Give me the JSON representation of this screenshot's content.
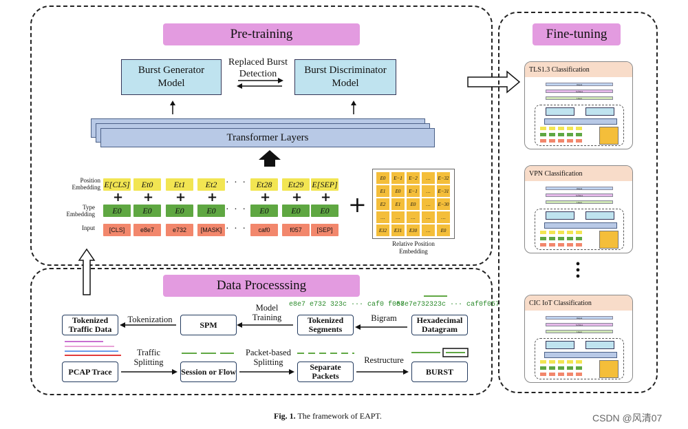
{
  "pretraining": {
    "title": "Pre-training",
    "generator": "Burst Generator Model",
    "discriminator": "Burst Discriminator Model",
    "link_label": "Replaced Burst Detection",
    "transformer": "Transformer Layers",
    "row_labels": {
      "position": "Position Embedding",
      "type": "Type Embedding",
      "input": "Input"
    },
    "position_tokens": [
      "E[CLS]",
      "Et0",
      "Et1",
      "Et2",
      "Et28",
      "Et29",
      "E[SEP]"
    ],
    "type_tokens": [
      "E0",
      "E0",
      "E0",
      "E0",
      "E0",
      "E0",
      "E0"
    ],
    "input_tokens": [
      "[CLS]",
      "e8e7",
      "e732",
      "[MASK]",
      "caf0",
      "f057",
      "[SEP]"
    ],
    "ellipsis": "· · ·",
    "relative": {
      "label": "Relative Position Embedding",
      "cells": [
        [
          "E0",
          "E−1",
          "E−2",
          "…",
          "E−32"
        ],
        [
          "E1",
          "E0",
          "E−1",
          "…",
          "E−31"
        ],
        [
          "E2",
          "E1",
          "E0",
          "…",
          "E−30"
        ],
        [
          "…",
          "…",
          "…",
          "…",
          "…"
        ],
        [
          "E32",
          "E31",
          "E30",
          "…",
          "E0"
        ]
      ]
    }
  },
  "data_processing": {
    "title": "Data Processsing",
    "nodes": {
      "tokenized_traffic": "Tokenized Traffic Data",
      "spm": "SPM",
      "tokenized_segments": "Tokenized Segments",
      "hex_datagram": "Hexadecimal Datagram",
      "pcap": "PCAP Trace",
      "session": "Session or Flow",
      "separate": "Separate Packets",
      "burst": "BURST"
    },
    "edges": {
      "tokenization": "Tokenization",
      "model_training": "Model Training",
      "bigram": "Bigram",
      "traffic_splitting": "Traffic Splitting",
      "packet_splitting": "Packet-based Splitting",
      "restructure": "Restructure"
    },
    "hex_tokens": "e8e7 e732 323c ··· caf0 f057",
    "hex_raw": "e8e7e732323c ··· caf0f057"
  },
  "finetuning": {
    "title": "Fine-tuning",
    "tasks": [
      "TLS1.3 Classification",
      "VPN Classification",
      "CIC IoT  Classification"
    ],
    "mini_labels": [
      "Output",
      "Softmax",
      "Linear"
    ]
  },
  "caption": {
    "label": "Fig. 1.",
    "text": "The framework of EAPT."
  },
  "watermark": "CSDN @风清07"
}
